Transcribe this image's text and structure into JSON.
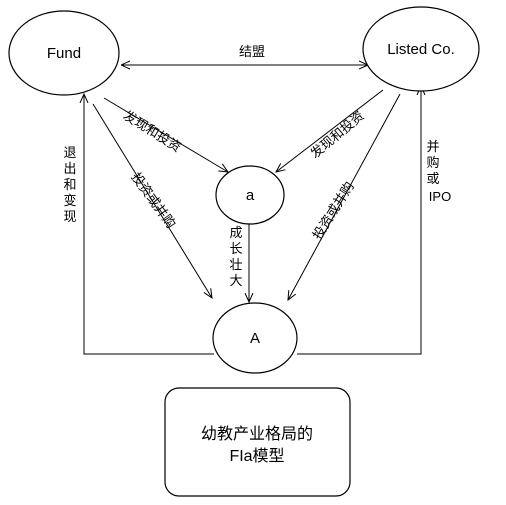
{
  "nodes": {
    "fund": "Fund",
    "listed_co": "Listed Co.",
    "small_a": "a",
    "big_a": "A"
  },
  "edges": {
    "alliance": "结盟",
    "fund_to_a_discover": "发现和投资",
    "listed_to_a_discover": "发现和投资",
    "fund_to_A_invest": "投资或并购",
    "listed_to_A_invest": "投资或并购",
    "grow": [
      "成",
      "长",
      "壮",
      "大"
    ],
    "exit": [
      "退",
      "出",
      "和",
      "变",
      "现"
    ],
    "merge_ipo": [
      "并",
      "购",
      "或",
      "IPO"
    ]
  },
  "caption": {
    "line1": "幼教产业格局的",
    "line2": "FIa模型"
  }
}
